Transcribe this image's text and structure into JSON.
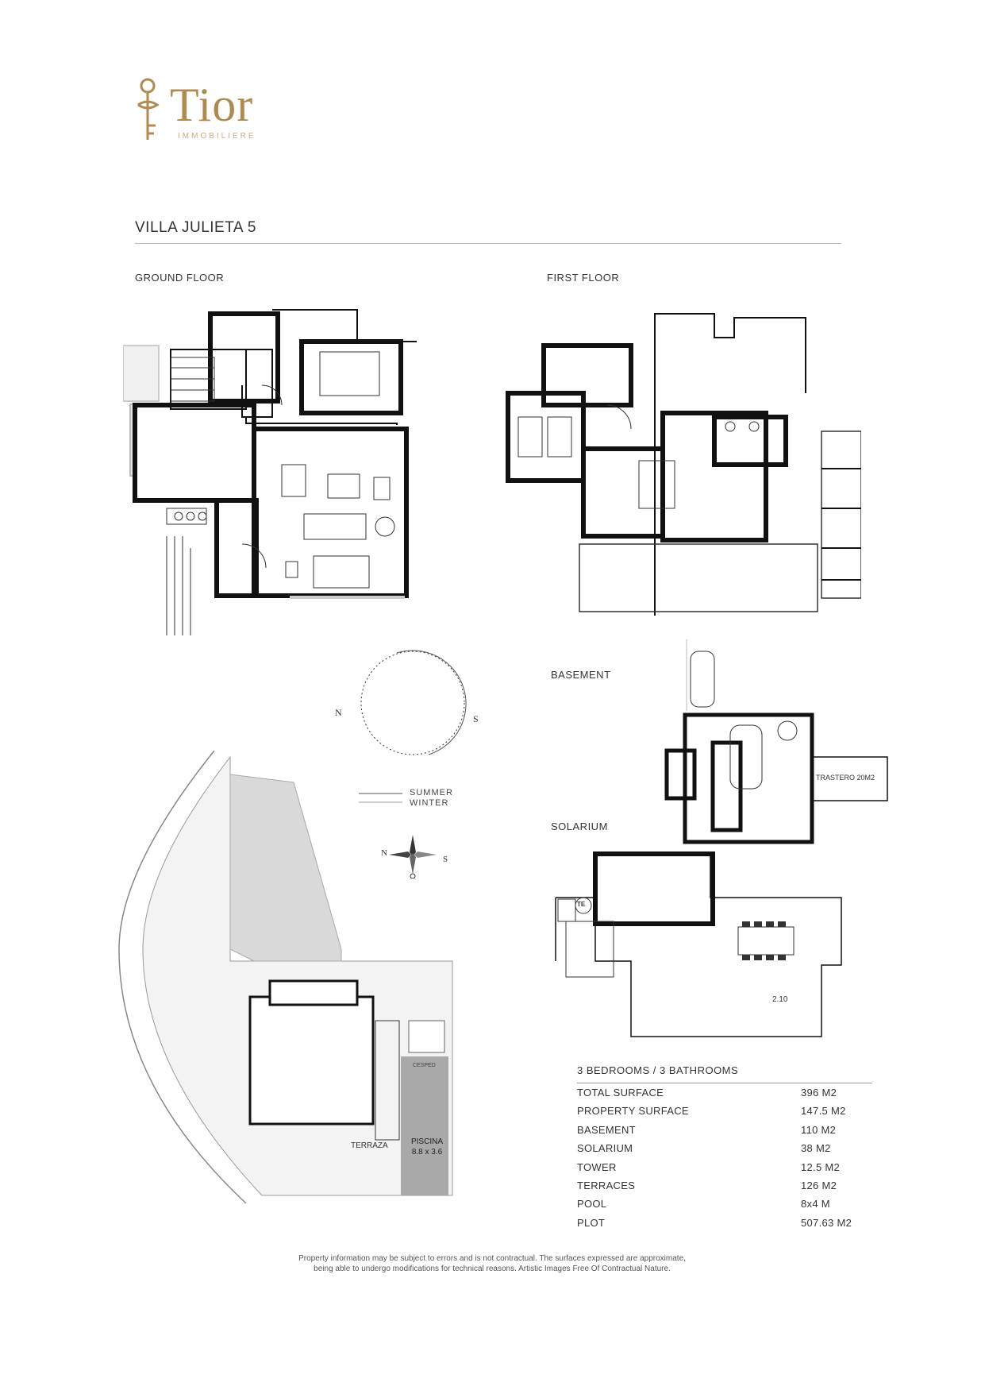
{
  "brand": {
    "name": "Tior",
    "sub": "IMMOBILIERE",
    "color": "#b08a4e"
  },
  "title": "VILLA JULIETA 5",
  "labels": {
    "ground_floor": "GROUND FLOOR",
    "first_floor": "FIRST FLOOR",
    "basement": "BASEMENT",
    "solarium": "SOLARIUM"
  },
  "sun_diagram": {
    "north": "N",
    "south": "S",
    "legend": [
      "SUMMER",
      "WINTER"
    ]
  },
  "compass": {
    "north": "N",
    "south": "S"
  },
  "plan_labels": {
    "trastero": "TRASTERO 20M2",
    "terraza": "TERRAZA",
    "piscina": "PISCINA",
    "piscina_size": "8.8 x 3.6",
    "cesped": "CESPED",
    "solarium_dim": "2.10",
    "te": "TE"
  },
  "specs": {
    "title": "3 BEDROOMS / 3 BATHROOMS",
    "rows": [
      {
        "label": "TOTAL SURFACE",
        "value": "396 M2"
      },
      {
        "label": "PROPERTY SURFACE",
        "value": "147.5 M2"
      },
      {
        "label": "BASEMENT",
        "value": "110 M2"
      },
      {
        "label": "SOLARIUM",
        "value": "38 M2"
      },
      {
        "label": "TOWER",
        "value": "12.5 M2"
      },
      {
        "label": "TERRACES",
        "value": "126 M2"
      },
      {
        "label": "POOL",
        "value": "8x4 M"
      },
      {
        "label": "PLOT",
        "value": "507.63 M2"
      }
    ]
  },
  "disclaimer": {
    "line1": "Property information may be subject to errors and is not contractual. The surfaces expressed are approximate,",
    "line2": "being able to undergo modifications for technical reasons. Artistic Images Free Of Contractual Nature."
  }
}
